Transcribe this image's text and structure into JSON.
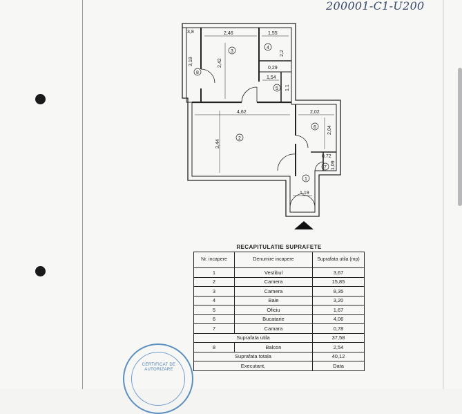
{
  "document": {
    "handwritten_note": "200001-C1-U200",
    "table_title": "RECAPITULATIE SUPRAFETE",
    "headers": {
      "nr": "Nr. incapere",
      "denumire": "Denumire incapere",
      "suprafata": "Suprafata utila (mp)"
    },
    "rooms": [
      {
        "nr": "1",
        "name": "Vestibul",
        "area": "3,67"
      },
      {
        "nr": "2",
        "name": "Camera",
        "area": "15,85"
      },
      {
        "nr": "3",
        "name": "Camera",
        "area": "8,35"
      },
      {
        "nr": "4",
        "name": "Baie",
        "area": "3,20"
      },
      {
        "nr": "5",
        "name": "Oficiu",
        "area": "1,67"
      },
      {
        "nr": "6",
        "name": "Bucatarie",
        "area": "4,06"
      },
      {
        "nr": "7",
        "name": "Camara",
        "area": "0,78"
      }
    ],
    "suprafata_utila_label": "Suprafata utila",
    "suprafata_utila_value": "37,58",
    "balcon": {
      "nr": "8",
      "name": "Balcon",
      "area": "2,54"
    },
    "suprafata_totala_label": "Suprafata totala",
    "suprafata_totala_value": "40,12",
    "executant_label": "Executant,",
    "data_label": "Data",
    "stamp_text": "CERTIFICAT DE AUTORIZARE"
  },
  "plan": {
    "dimensions": {
      "d1": "3,8",
      "d2": "2,46",
      "d3": "1,55",
      "d4": "3,18",
      "d5": "2,42",
      "d6": "2,2",
      "d7": "0,29",
      "d8": "1,54",
      "d9": "1,1",
      "d10": "4,62",
      "d11": "2,02",
      "d12": "3,44",
      "d13": "2,04",
      "d14": "0,72",
      "d15": "1,09",
      "d16": "1,19"
    },
    "room_labels": [
      "1",
      "2",
      "3",
      "4",
      "5",
      "6",
      "7",
      "8"
    ]
  }
}
